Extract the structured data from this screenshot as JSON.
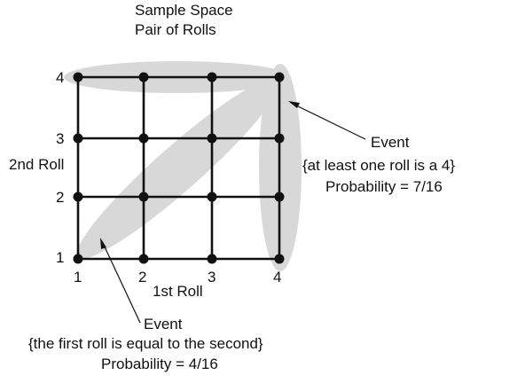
{
  "title": {
    "line1": "Sample Space",
    "line2": "Pair of Rolls"
  },
  "axes": {
    "x_label": "1st Roll",
    "y_label": "2nd Roll",
    "x_ticks": [
      "1",
      "2",
      "3",
      "4"
    ],
    "y_ticks": [
      "1",
      "2",
      "3",
      "4"
    ]
  },
  "grid": {
    "rows": 4,
    "cols": 4
  },
  "events": [
    {
      "label": "Event",
      "description": "{at least one roll is a 4}",
      "probability": "Probability = 7/16"
    },
    {
      "label": "Event",
      "description": "{the first roll is equal to the second}",
      "probability": "Probability = 4/16"
    }
  ],
  "colors": {
    "highlight": "#d8d8d8",
    "grid": "#111111"
  }
}
